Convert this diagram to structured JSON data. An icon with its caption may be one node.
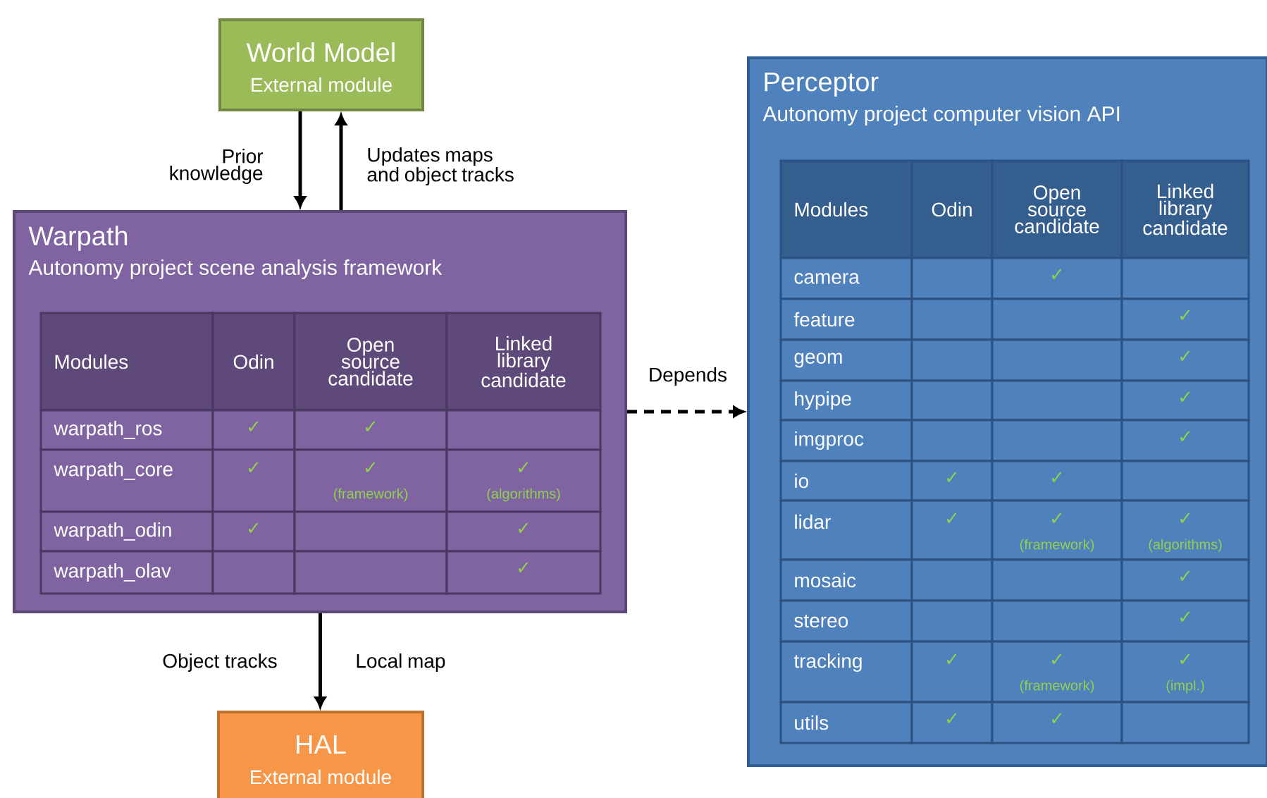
{
  "diagram": {
    "nodes": [
      {
        "text": [
          "World Model",
          "External module"
        ]
      },
      {
        "text": [
          "Warpath",
          "Autonomy project scene analysis framework"
        ]
      },
      {
        "text": [
          "HAL",
          "External module"
        ]
      },
      {
        "text": [
          "Perceptor",
          "Autonomy project computer vision API"
        ]
      }
    ],
    "edges": [
      {
        "from": 0,
        "to": 1,
        "arrow": "to",
        "label": "Prior knowledge"
      },
      {
        "from": 1,
        "to": 0,
        "arrow": "to",
        "label": "Updates maps and object tracks"
      },
      {
        "from": 1,
        "to": 3,
        "arrow": "to",
        "label": "Depends",
        "style": "dashed"
      },
      {
        "from": 1,
        "to": 2,
        "arrow": "to",
        "label": "Local map"
      }
    ],
    "labels": [
      "Modules",
      "Odin",
      "Open source candidate",
      "Linked library candidate",
      "warpath_ros",
      "✓",
      "✓",
      "warpath_core",
      "✓",
      "✓",
      "(framework)",
      "✓",
      "(algorithms)",
      "warpath_odin",
      "✓",
      "✓",
      "warpath_olav",
      "✓",
      "Modules",
      "Odin",
      "Open source candidate",
      "Linked library candidate",
      "camera",
      "✓",
      "feature",
      "✓",
      "geom",
      "✓",
      "hypipe",
      "✓",
      "imgproc",
      "✓",
      "io",
      "✓",
      "✓",
      "lidar",
      "✓",
      "✓",
      "(framework)",
      "✓",
      "(algorithms)",
      "mosaic",
      "✓",
      "stereo",
      "✓",
      "tracking",
      "✓",
      "✓",
      "(framework)",
      "✓",
      "(impl.)",
      "utils",
      "✓",
      "✓",
      "Object tracks"
    ]
  }
}
